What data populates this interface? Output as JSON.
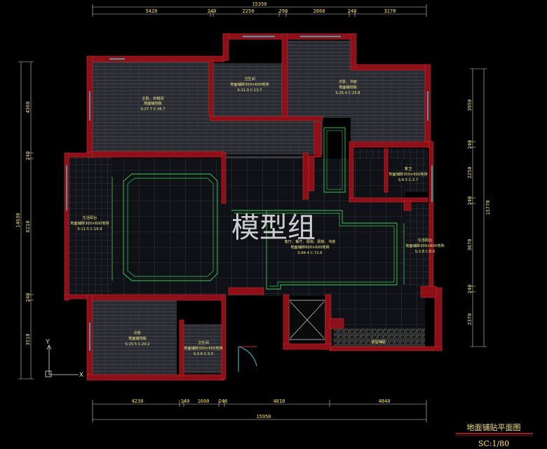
{
  "drawing": {
    "title": "地面铺贴平面图",
    "scale": "SC:1/80",
    "watermark": "模型组"
  },
  "dimensions": {
    "top_total": "15350",
    "top_segments": [
      "5420",
      "240",
      "2250",
      "290",
      "2860",
      "240",
      "3170"
    ],
    "bottom_segments": [
      "4230",
      "140",
      "1600",
      "240",
      "4810",
      "4840"
    ],
    "bottom_total": "15950",
    "left_segments": [
      "4360",
      "240",
      "6210",
      "240",
      "3510"
    ],
    "left_total": "14630",
    "right_segments": [
      "3950",
      "240",
      "2250",
      "240",
      "3670",
      "240",
      "2370"
    ],
    "right_total": "15770"
  },
  "rooms": [
    {
      "name": "主卧、衣帽间",
      "spec": "地面铺地板",
      "area": "S:27.7  C:36.7"
    },
    {
      "name": "卫生间",
      "spec": "地面铺砖300×600地砖",
      "area": "S:11.0  C:13.7"
    },
    {
      "name": "次卧、书房",
      "spec": "地面铺地板",
      "area": "S:25.4  C:25.8"
    },
    {
      "name": "客卫",
      "spec": "地面铺砖300×600地砖",
      "area": "S:4.5  C:3.7"
    },
    {
      "name": "生活阳台",
      "spec": "地面铺砖300×600地砖",
      "area": "S:11.5  C:16.9"
    },
    {
      "name": "客厅、餐厅、厨房、厨房、书房",
      "spec": "地面铺砖600×600地砖",
      "area": "S:84.4  C:72.6"
    },
    {
      "name": "生活阳台",
      "spec": "地面铺砖300×600地砖",
      "area": "S:3.8  C:8.6"
    },
    {
      "name": "次卧",
      "spec": "地面铺地板",
      "area": "S:15.5  C:20.2"
    },
    {
      "name": "卫生间",
      "spec": "地面铺砖300×600地砖",
      "area": "S:3.6  C:3.5"
    },
    {
      "name": "造型铺贴",
      "spec": "",
      "area": ""
    }
  ],
  "axis_icon": {
    "y": "Y",
    "x": "X"
  }
}
